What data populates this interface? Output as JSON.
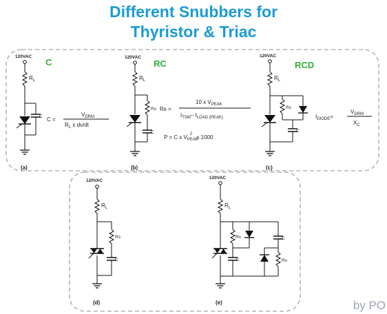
{
  "title": {
    "line1": "Different Snubbers for",
    "line2": "Thyristor & Triac"
  },
  "colors": {
    "title": "#1a9bd7",
    "type_label": "#2fae3a"
  },
  "circuits": [
    {
      "id": "a",
      "caption": "(a)",
      "type": "C",
      "supply": "120VAC",
      "rl": "L",
      "c": "C"
    },
    {
      "id": "b",
      "caption": "(b)",
      "type": "RC",
      "supply": "120VAC",
      "rl": "L",
      "rs": "Rs",
      "c": "C"
    },
    {
      "id": "c",
      "caption": "(c)",
      "type": "RCD",
      "supply": "120VAC",
      "rl": "L",
      "rs": "Rs",
      "c": "C"
    },
    {
      "id": "d",
      "caption": "(d)",
      "supply": "120VAC",
      "rl": "L",
      "rs": "Rs",
      "c": "C"
    },
    {
      "id": "e",
      "caption": "(e)",
      "supply": "120VAC",
      "rl": "L",
      "rs1": "Rs",
      "c1": "C",
      "c2": "C",
      "rs2": "Rs"
    }
  ],
  "formulas": {
    "c_eq": "C =",
    "c_num": "V",
    "c_num_sub": "DRM",
    "c_den": "R",
    "c_den_sub": "L",
    "c_den_rest": " x dv/dt",
    "rs_eq": "Rs =",
    "rs_num": "10 x V",
    "rs_num_sub": "PEAK",
    "rs_den_a": "I",
    "rs_den_a_sub": "TSM",
    "rs_den_minus": "– I",
    "rs_den_b_sub": "LOAD (PEAK)",
    "p_eq": "P = C x V",
    "p_sub": "PEAK",
    "p_sup": "2",
    "p_rest": " x 1000",
    "id_lhs": "I",
    "id_lhs_sub": "DIODE",
    "id_eq": "=",
    "id_num": "V",
    "id_num_sub": "DRM",
    "id_den": "X",
    "id_den_sub": "C"
  },
  "watermark": "by PO"
}
